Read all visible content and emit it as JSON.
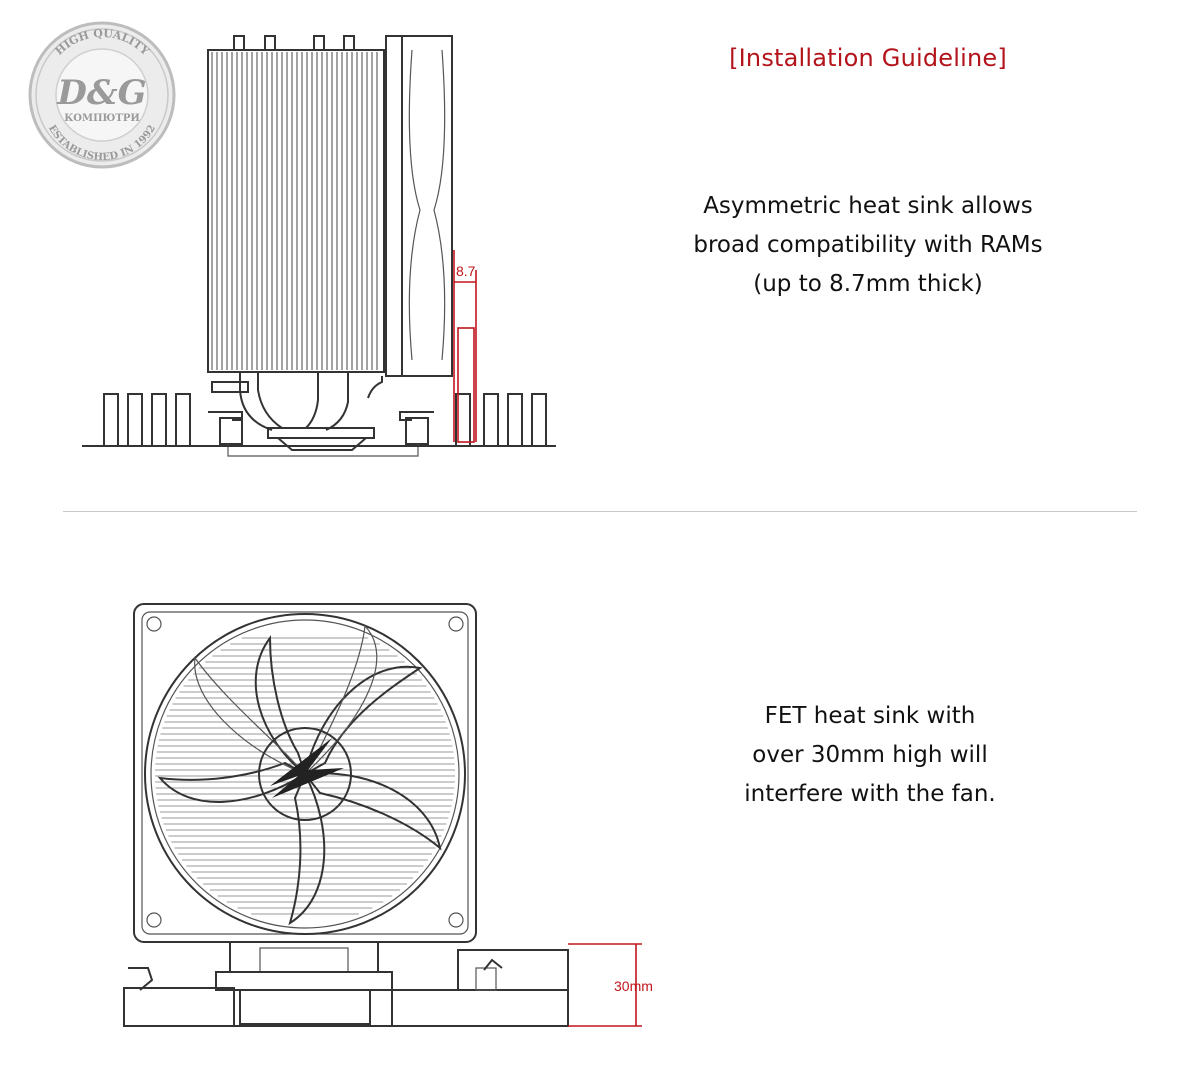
{
  "watermark": {
    "arc_top": "HIGH QUALITY",
    "brand": "D&G",
    "subtitle": "КОМПЮТРИ",
    "arc_bottom": "ESTABLISHED IN 1992"
  },
  "section1": {
    "heading": "[Installation Guideline]",
    "lines": [
      "Asymmetric heat sink allows",
      "broad compatibility with RAMs",
      "(up to 8.7mm thick)"
    ],
    "diagram_dimension_label": "8.7"
  },
  "section2": {
    "lines": [
      "FET heat sink with",
      "over 30mm high will",
      "interfere with the fan."
    ],
    "diagram_dimension_label": "30mm"
  },
  "icons": {
    "seal": "seal-logo-icon",
    "fan_hub_logo": "lightning-logo-icon"
  },
  "colors": {
    "accent_red": "#b3141b",
    "text": "#111111",
    "divider": "#c8c8c8"
  }
}
